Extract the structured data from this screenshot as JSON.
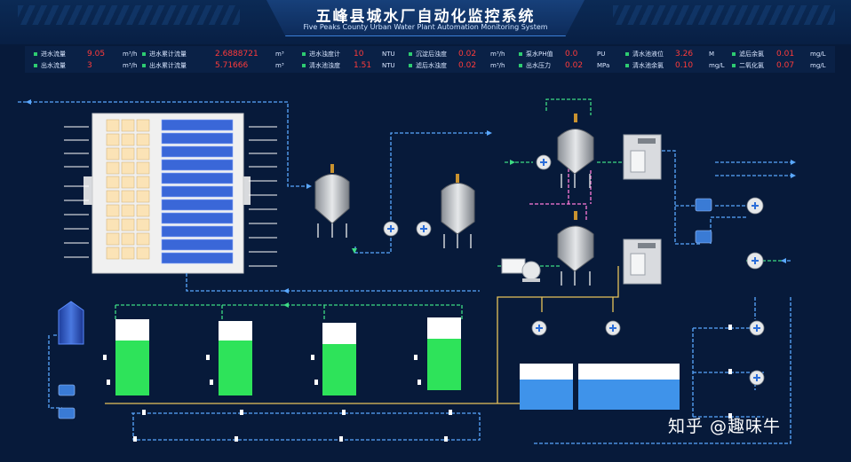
{
  "header": {
    "title": "五峰县城水厂自动化监控系统",
    "subtitle": "Five Peaks County Urban Water Plant Automation Monitoring System"
  },
  "metrics": [
    {
      "label": "进水流量",
      "value": "9.05",
      "unit": "m³/h"
    },
    {
      "label": "出水流量",
      "value": "3",
      "unit": "m³/h"
    },
    {
      "label": "进水累计流量",
      "value": "2.6888721",
      "unit": "m³"
    },
    {
      "label": "出水累计流量",
      "value": "5.71666",
      "unit": "m³"
    },
    {
      "label": "进水浊度计",
      "value": "10",
      "unit": "NTU"
    },
    {
      "label": "清水池浊度",
      "value": "1.51",
      "unit": "NTU"
    },
    {
      "label": "沉淀后浊度",
      "value": "0.02",
      "unit": "m³/h"
    },
    {
      "label": "滤后水浊度",
      "value": "0.02",
      "unit": "m³/h"
    },
    {
      "label": "泵水PH值",
      "value": "0.0",
      "unit": "PU"
    },
    {
      "label": "出水压力",
      "value": "0.02",
      "unit": "MPa"
    },
    {
      "label": "清水池液位",
      "value": "3.26",
      "unit": "M"
    },
    {
      "label": "清水池余氯",
      "value": "0.10",
      "unit": "mg/L"
    },
    {
      "label": "滤后余氯",
      "value": "0.01",
      "unit": "mg/L"
    },
    {
      "label": "二氧化氯",
      "value": "0.07",
      "unit": "mg/L"
    }
  ],
  "colors": {
    "pipe_blue": "#5aa8ff",
    "pipe_green": "#3ddc84",
    "pipe_yellow": "#e7c25a",
    "pipe_pink": "#ff7ad9",
    "tank_green": "#2ee35a",
    "value_red": "#ff3b3b"
  },
  "watermark": "知乎 @趣味牛"
}
